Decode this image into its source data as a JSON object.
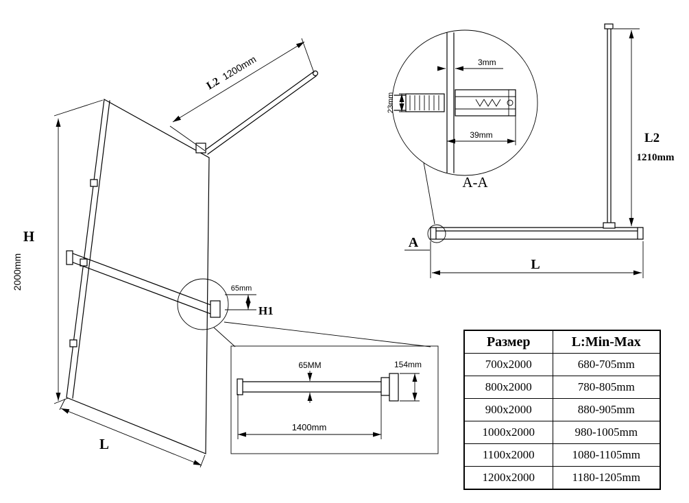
{
  "colors": {
    "line": "#000000",
    "background": "#ffffff"
  },
  "iso_view": {
    "height_label": "H",
    "height_value": "2000mm",
    "width_label": "L",
    "bar_label": "L2",
    "bar_value": "1200mm",
    "rail_height_value": "65mm",
    "rail_height_label": "H1"
  },
  "section_view": {
    "label": "A-A",
    "gap": "3mm",
    "clamp_height": "23mm",
    "clamp_length": "39mm"
  },
  "plan_view": {
    "bar_label": "L2",
    "bar_value": "1210mm",
    "width_label": "L",
    "marker": "A"
  },
  "rail_detail": {
    "height": "65MM",
    "bracket_height": "154mm",
    "length": "1400mm"
  },
  "size_table": {
    "headers": [
      "Размер",
      "L:Min-Max"
    ],
    "rows": [
      {
        "size": "700x2000",
        "range": "680-705mm"
      },
      {
        "size": "800x2000",
        "range": "780-805mm"
      },
      {
        "size": "900x2000",
        "range": "880-905mm"
      },
      {
        "size": "1000x2000",
        "range": "980-1005mm"
      },
      {
        "size": "1100x2000",
        "range": "1080-1105mm"
      },
      {
        "size": "1200x2000",
        "range": "1180-1205mm"
      }
    ]
  }
}
